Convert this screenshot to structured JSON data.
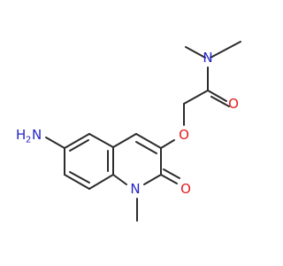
{
  "molecule": {
    "atoms": {
      "n_amide": "N",
      "o_carbonyl_amide": "O",
      "o_ether": "O",
      "o_carbonyl_ring": "O",
      "n_ring": "N",
      "amine_h": "H",
      "amine_sub": "2",
      "amine_n": "N"
    }
  },
  "colors": {
    "bond": "#2b2b2b",
    "nitrogen": "#2323c8",
    "oxygen": "#e01e1e",
    "background": "#ffffff"
  }
}
